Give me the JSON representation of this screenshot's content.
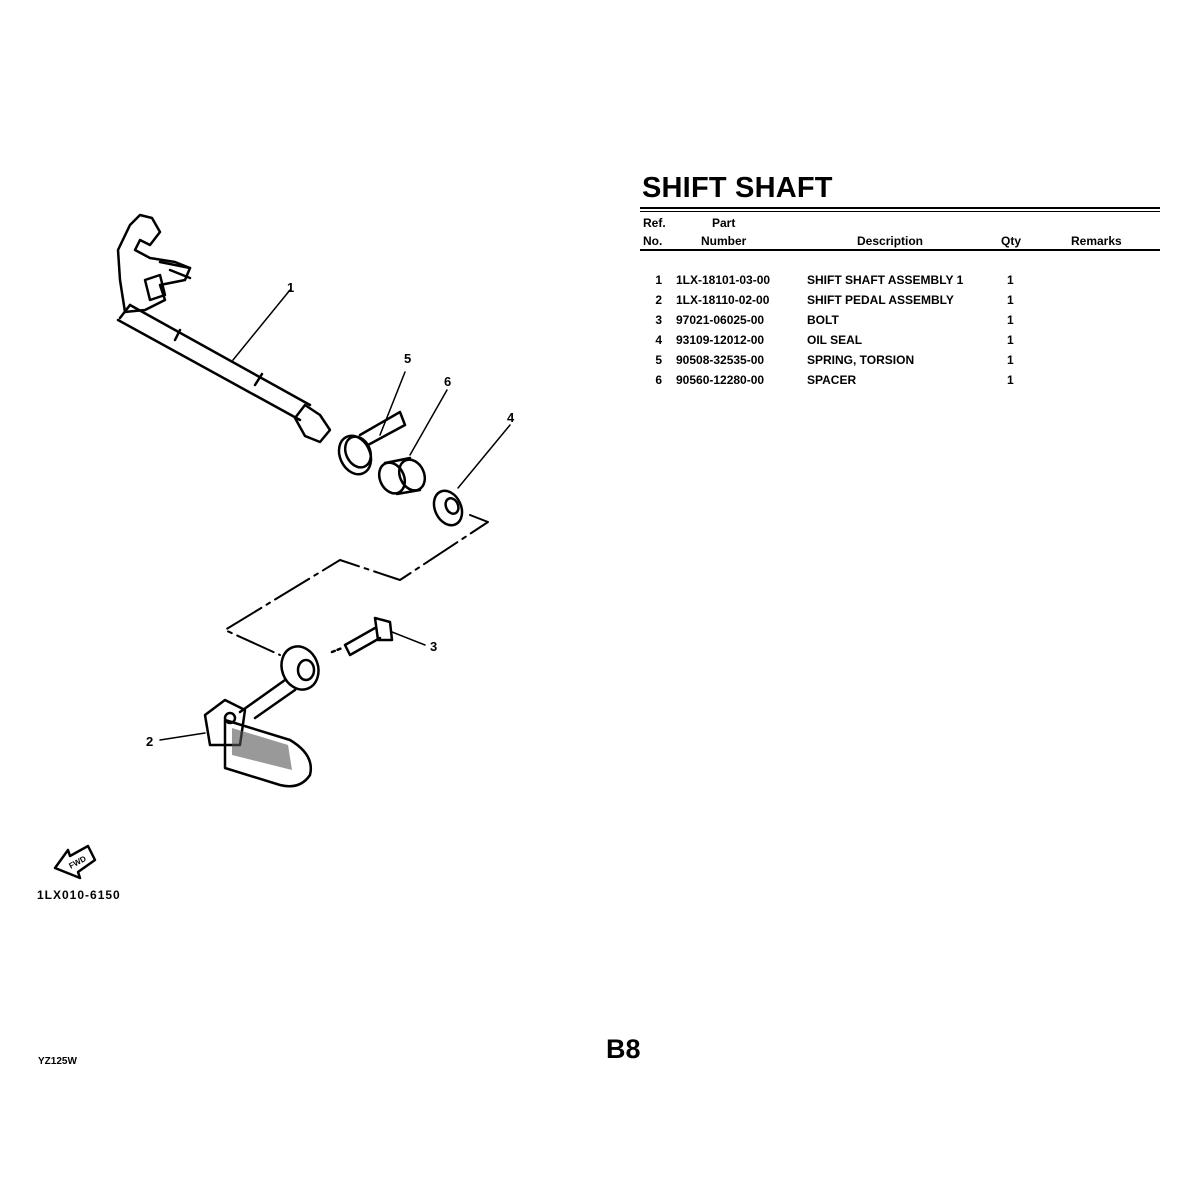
{
  "title": "SHIFT SHAFT",
  "table": {
    "headers": {
      "ref_line1": "Ref.",
      "ref_line2": "No.",
      "part_line1": "Part",
      "part_line2": "Number",
      "description": "Description",
      "qty": "Qty",
      "remarks": "Remarks"
    },
    "rows": [
      {
        "ref": "1",
        "part_number": "1LX-18101-03-00",
        "description": "SHIFT SHAFT ASSEMBLY 1",
        "qty": "1"
      },
      {
        "ref": "2",
        "part_number": "1LX-18110-02-00",
        "description": "SHIFT PEDAL ASSEMBLY",
        "qty": "1"
      },
      {
        "ref": "3",
        "part_number": "97021-06025-00",
        "description": "BOLT",
        "qty": "1"
      },
      {
        "ref": "4",
        "part_number": "93109-12012-00",
        "description": "OIL SEAL",
        "qty": "1"
      },
      {
        "ref": "5",
        "part_number": "90508-32535-00",
        "description": "SPRING, TORSION",
        "qty": "1"
      },
      {
        "ref": "6",
        "part_number": "90560-12280-00",
        "description": "SPACER",
        "qty": "1"
      }
    ]
  },
  "diagram": {
    "callouts": [
      "1",
      "2",
      "3",
      "4",
      "5",
      "6"
    ],
    "fwd_label": "FWD",
    "drawing_code": "1LX010-6150"
  },
  "footer": {
    "page_number": "B8",
    "model": "YZ125W"
  }
}
